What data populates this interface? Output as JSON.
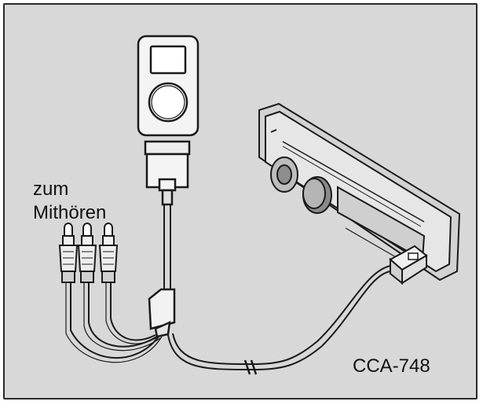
{
  "labels": {
    "monitor_line1": "zum",
    "monitor_line2": "Mithören",
    "model": "CCA-748"
  },
  "colors": {
    "background": "#d8d8d8",
    "stroke": "#1a1a1a",
    "device_fill": "#f4f4f4"
  }
}
